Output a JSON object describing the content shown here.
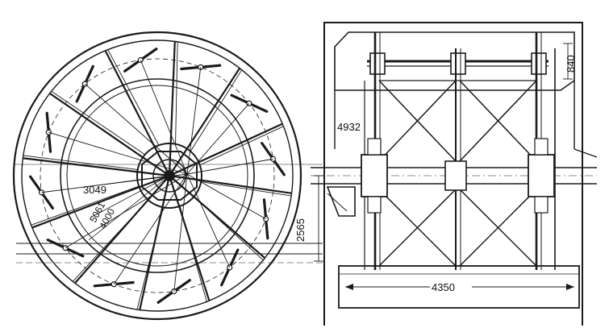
{
  "dimensions": {
    "radius_3049": "3049",
    "radius_5061": "5061",
    "radius_4000": "4000",
    "height_2565": "2565",
    "width_4932": "4932",
    "depth_840": "840",
    "width_4350": "4350"
  },
  "wheel": {
    "spoke_count": 12,
    "paddle_count": 12
  },
  "colors": {
    "ink": "#1a1a1a",
    "paper": "#ffffff"
  }
}
